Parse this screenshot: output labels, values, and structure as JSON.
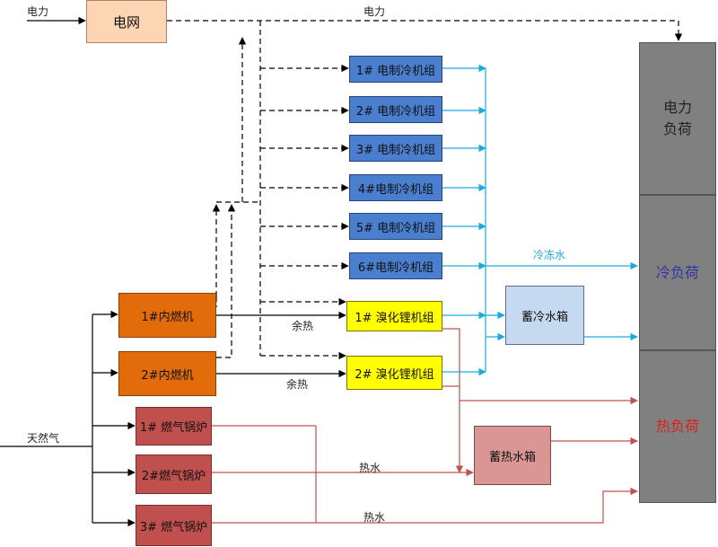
{
  "sources": {
    "power_in_label": "电力",
    "gas_in_label": "天然气"
  },
  "grid": {
    "label": "电网"
  },
  "grid_power_label": "电力",
  "chillers": [
    {
      "label": "1# 电制冷机组"
    },
    {
      "label": "2# 电制冷机组"
    },
    {
      "label": "3# 电制冷机组"
    },
    {
      "label": "4#电制冷机组"
    },
    {
      "label": "5# 电制冷机组"
    },
    {
      "label": "6#电制冷机组"
    }
  ],
  "absorbers": [
    {
      "label": "1# 溴化锂机组"
    },
    {
      "label": "2# 溴化锂机组"
    }
  ],
  "engines": [
    {
      "label": "1#内燃机"
    },
    {
      "label": "2#内燃机"
    }
  ],
  "boilers": [
    {
      "label": "1# 燃气锅炉"
    },
    {
      "label": "2#燃气锅炉"
    },
    {
      "label": "3# 燃气锅炉"
    }
  ],
  "cold_storage": {
    "label": "蓄冷水箱"
  },
  "heat_storage": {
    "label": "蓄热水箱"
  },
  "flow_labels": {
    "waste_heat_1": "余热",
    "waste_heat_2": "余热",
    "chilled_water": "冷冻水",
    "hot_water_1": "热水",
    "hot_water_2": "热水"
  },
  "loads": {
    "electric": "电力\n负荷",
    "cooling": "冷负荷",
    "heating": "热负荷"
  },
  "colors": {
    "grid_fill": "#fcd5b4",
    "chiller_fill": "#4a7fcf",
    "absorber_fill": "#ffff00",
    "engine_fill": "#e26b0a",
    "boiler_fill": "#c0504d",
    "cold_storage_fill": "#c5d9f1",
    "heat_storage_fill": "#d99694",
    "load_fill": "#808080",
    "chilled_line": "#1aaae0",
    "hot_line": "#c0504d",
    "cooling_text": "#3333aa",
    "heating_text": "#e0201b"
  }
}
